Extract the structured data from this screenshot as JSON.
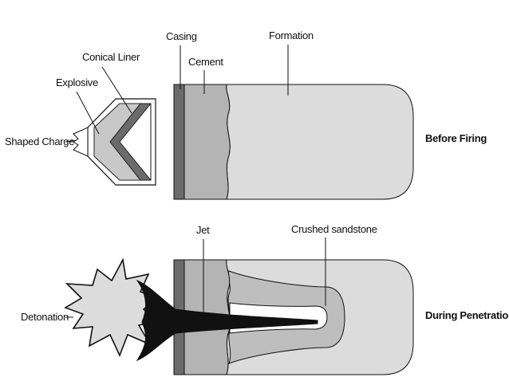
{
  "labels": {
    "casing": "Casing",
    "formation": "Formation",
    "conical_liner": "Conical Liner",
    "cement": "Cement",
    "explosive": "Explosive",
    "shaped_charge": "Shaped Charge",
    "before_firing": "Before Firing",
    "jet": "Jet",
    "crushed_sandstone": "Crushed sandstone",
    "detonation": "Detonation",
    "during_penetration": "During Penetration"
  },
  "colors": {
    "casing": "#6b6b6b",
    "cement": "#b4b4b4",
    "formation": "#dcdcdc",
    "crushed_zone": "#bebebe",
    "jet": "#111111",
    "explosive": "#c8c8c8",
    "outline": "#111111"
  }
}
